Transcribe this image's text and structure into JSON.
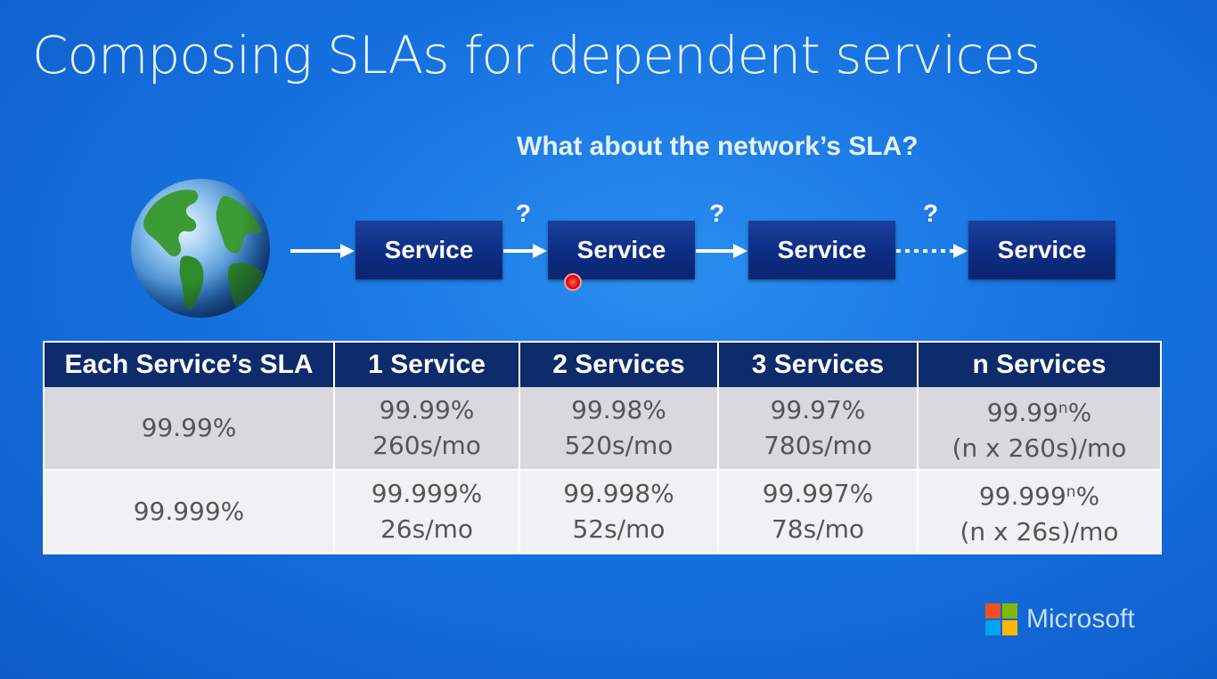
{
  "slide": {
    "title": "Composing SLAs for dependent services",
    "subtitle": "What about the network’s SLA?"
  },
  "diagram": {
    "globe_icon": "earth-globe-icon",
    "services": [
      "Service",
      "Service",
      "Service",
      "Service"
    ],
    "questions": [
      "?",
      "?",
      "?"
    ]
  },
  "table": {
    "headers": [
      "Each Service’s SLA",
      "1 Service",
      "2 Services",
      "3 Services",
      "n Services"
    ],
    "rows": [
      {
        "sla": "99.99%",
        "one": [
          "99.99%",
          "260s/mo"
        ],
        "two": [
          "99.98%",
          "520s/mo"
        ],
        "three": [
          "99.97%",
          "780s/mo"
        ],
        "n": {
          "base": "99.99",
          "exp": "n",
          "suffix": "%",
          "downtime": "(n x 260s)/mo"
        }
      },
      {
        "sla": "99.999%",
        "one": [
          "99.999%",
          "26s/mo"
        ],
        "two": [
          "99.998%",
          "52s/mo"
        ],
        "three": [
          "99.997%",
          "78s/mo"
        ],
        "n": {
          "base": "99.999",
          "exp": "n",
          "suffix": "%",
          "downtime": "(n x 26s)/mo"
        }
      }
    ]
  },
  "branding": {
    "logo_text": "Microsoft",
    "logo_colors": [
      "#f25022",
      "#7fba00",
      "#00a4ef",
      "#ffb900"
    ]
  },
  "colors": {
    "background": "#1672e0",
    "service_box": "#0d2d82",
    "table_header": "#0e2b6c",
    "row_dark": "#d8d8dd",
    "row_light": "#f1f1f4"
  }
}
